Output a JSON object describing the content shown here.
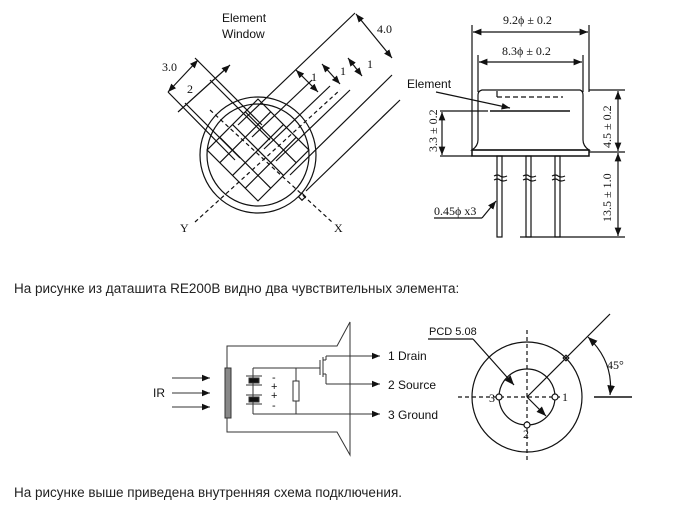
{
  "figure_top": {
    "top_view": {
      "label_element_window_line1": "Element",
      "label_element_window_line2": "Window",
      "dim_overall": "4.0",
      "dim_element_width": "3.0",
      "dim_gap": "2",
      "dim_pitch_1": "1",
      "dim_pitch_2": "1",
      "dim_pitch_3": "1",
      "axis_y": "Y",
      "axis_x": "X"
    },
    "side_view": {
      "dim_outer_diameter": "9.2ϕ ± 0.2",
      "dim_inner_diameter": "8.3ϕ ± 0.2",
      "label_element": "Element",
      "dim_element_height": "3.3 ± 0.2",
      "dim_body_height": "4.5 ± 0.2",
      "dim_lead_length": "13.5 ± 1.0",
      "dim_lead_diameter": "0.45ϕ x3"
    }
  },
  "paragraphs": {
    "p1": "На рисунке из даташита RE200B видно два чувствительных элемента:",
    "p2": "На рисунке выше приведена внутренняя схема подключения."
  },
  "figure_bottom": {
    "schematic": {
      "input_label": "IR",
      "pins": [
        {
          "label": "1 Drain"
        },
        {
          "label": "2 Source"
        },
        {
          "label": "3 Ground"
        }
      ],
      "polarity_marks": [
        "-",
        "+",
        "+",
        "-"
      ]
    },
    "pin_layout": {
      "pcd_label": "PCD 5.08",
      "angle_label": "45°",
      "pin_numbers": [
        "1",
        "2",
        "3"
      ]
    }
  }
}
